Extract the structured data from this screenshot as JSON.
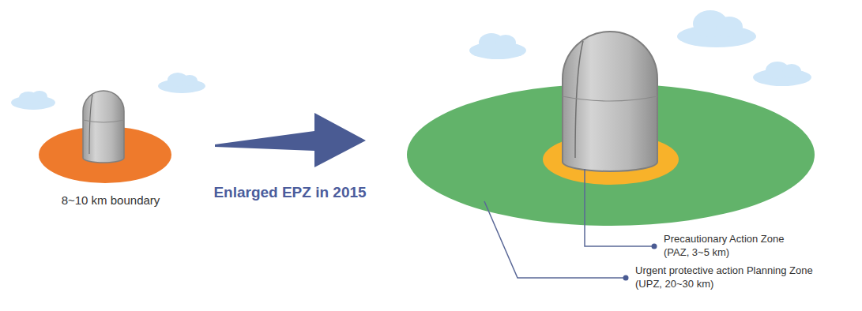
{
  "diagram": {
    "labels": [
      "8~10 km boundary",
      "Enlarged EPZ in 2015",
      "Precautionary Action Zone (PAZ, 3~5 km)",
      "Urgent protective action Planning Zone (UPZ, 20~30 km)"
    ]
  }
}
